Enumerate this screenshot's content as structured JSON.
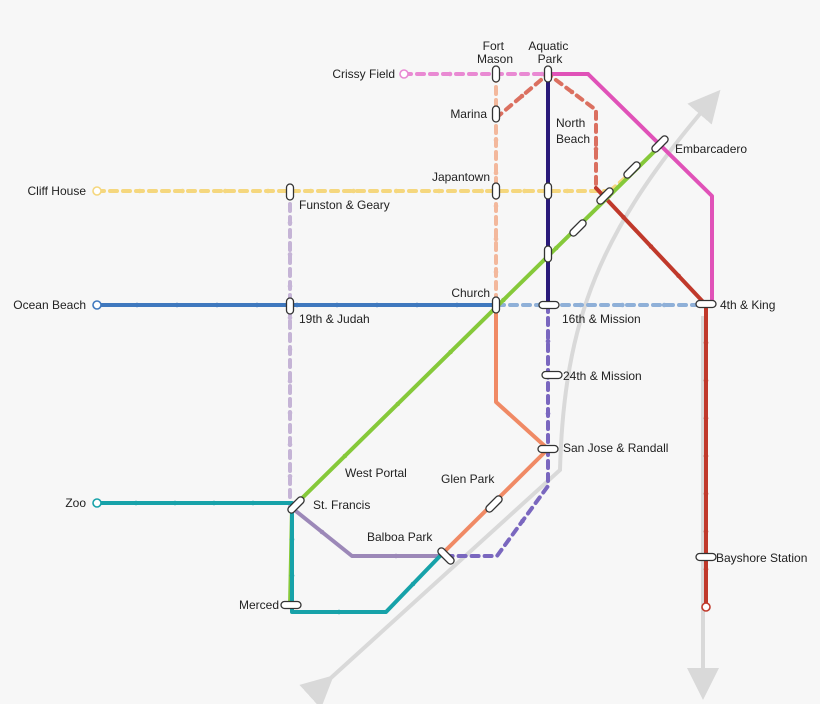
{
  "colors": {
    "background": "#f7f7f7",
    "caltrain_track": "#d9d9d9",
    "magenta": "#e052b8",
    "pink_dashed": "#e98ad3",
    "red": "#c0392b",
    "red_dashed": "#db7060",
    "salmon": "#f08a65",
    "salmon_dashed": "#f3b89c",
    "navy": "#2a1a7a",
    "green": "#86c93a",
    "yellow_dashed": "#f5d77e",
    "blue": "#3f78be",
    "blue_dashed": "#8fb0d8",
    "lavender": "#9c88b8",
    "lavender_dashed": "#c5b4d6",
    "purple_dashed": "#7a67bf",
    "teal": "#17a2a9"
  },
  "stations": {
    "fort_mason": [
      "Fort",
      "Mason"
    ],
    "aquatic_park": [
      "Aquatic",
      "Park"
    ],
    "crissy_field": "Crissy Field",
    "marina": "Marina",
    "north_beach": [
      "North",
      "Beach"
    ],
    "embarcadero": "Embarcadero",
    "cliff_house": "Cliff House",
    "japantown": "Japantown",
    "funston_geary": "Funston & Geary",
    "ocean_beach": "Ocean Beach",
    "church": "Church",
    "nineteenth_judah": "19th & Judah",
    "sixteenth_mission": "16th & Mission",
    "fourth_king": "4th & King",
    "twentyfourth_mission": "24th & Mission",
    "san_jose_randall": "San Jose & Randall",
    "west_portal": "West Portal",
    "glen_park": "Glen Park",
    "zoo": "Zoo",
    "st_francis": "St. Francis",
    "balboa_park": "Balboa Park",
    "merced": "Merced",
    "bayshore_station": "Bayshore Station"
  }
}
